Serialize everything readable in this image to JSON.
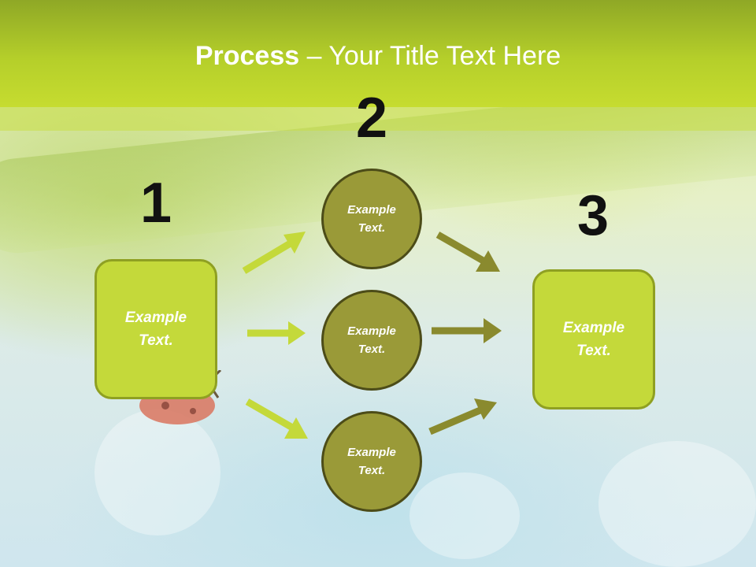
{
  "title": {
    "bold": "Process",
    "rest": " – Your Title Text Here"
  },
  "steps": {
    "one": "1",
    "two": "2",
    "three": "3"
  },
  "nodes": {
    "start": "Example Text.",
    "top": "Example Text.",
    "middle": "Example Text.",
    "bottom": "Example Text.",
    "end": "Example Text."
  },
  "colors": {
    "header": "#b5cf2a",
    "box_fill": "#c4d93a",
    "circle_fill": "#9a9a38",
    "arrow_light": "#c4d93a",
    "arrow_dark": "#8a8a2e"
  }
}
